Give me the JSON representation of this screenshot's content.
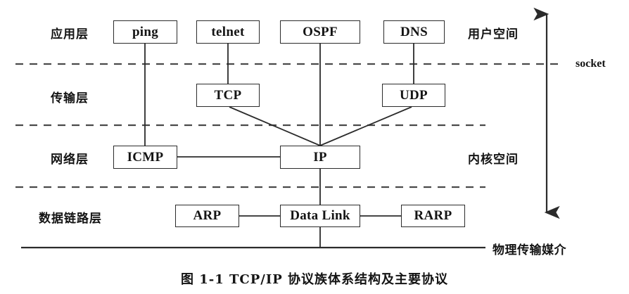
{
  "figure": {
    "caption": "图 1-1   TCP/IP 协议族体系结构及主要协议",
    "layers": [
      {
        "name": "application",
        "label": "应用层"
      },
      {
        "name": "transport",
        "label": "传输层"
      },
      {
        "name": "network",
        "label": "网络层"
      },
      {
        "name": "datalink",
        "label": "数据链路层"
      }
    ],
    "nodes": [
      {
        "id": "ping",
        "label": "ping",
        "layer": "application"
      },
      {
        "id": "telnet",
        "label": "telnet",
        "layer": "application"
      },
      {
        "id": "ospf",
        "label": "OSPF",
        "layer": "application"
      },
      {
        "id": "dns",
        "label": "DNS",
        "layer": "application"
      },
      {
        "id": "tcp",
        "label": "TCP",
        "layer": "transport"
      },
      {
        "id": "udp",
        "label": "UDP",
        "layer": "transport"
      },
      {
        "id": "icmp",
        "label": "ICMP",
        "layer": "network"
      },
      {
        "id": "ip",
        "label": "IP",
        "layer": "network"
      },
      {
        "id": "arp",
        "label": "ARP",
        "layer": "datalink"
      },
      {
        "id": "datalink",
        "label": "Data Link",
        "layer": "datalink"
      },
      {
        "id": "rarp",
        "label": "RARP",
        "layer": "datalink"
      }
    ],
    "annotations": {
      "user_space": "用户空间",
      "kernel_space": "内核空间",
      "socket": "socket",
      "physical_media": "物理传输媒介"
    },
    "colors": {
      "line": "#2b2b2b",
      "dashed": "#4a4a4a",
      "text": "#141414",
      "background": "#ffffff"
    }
  }
}
